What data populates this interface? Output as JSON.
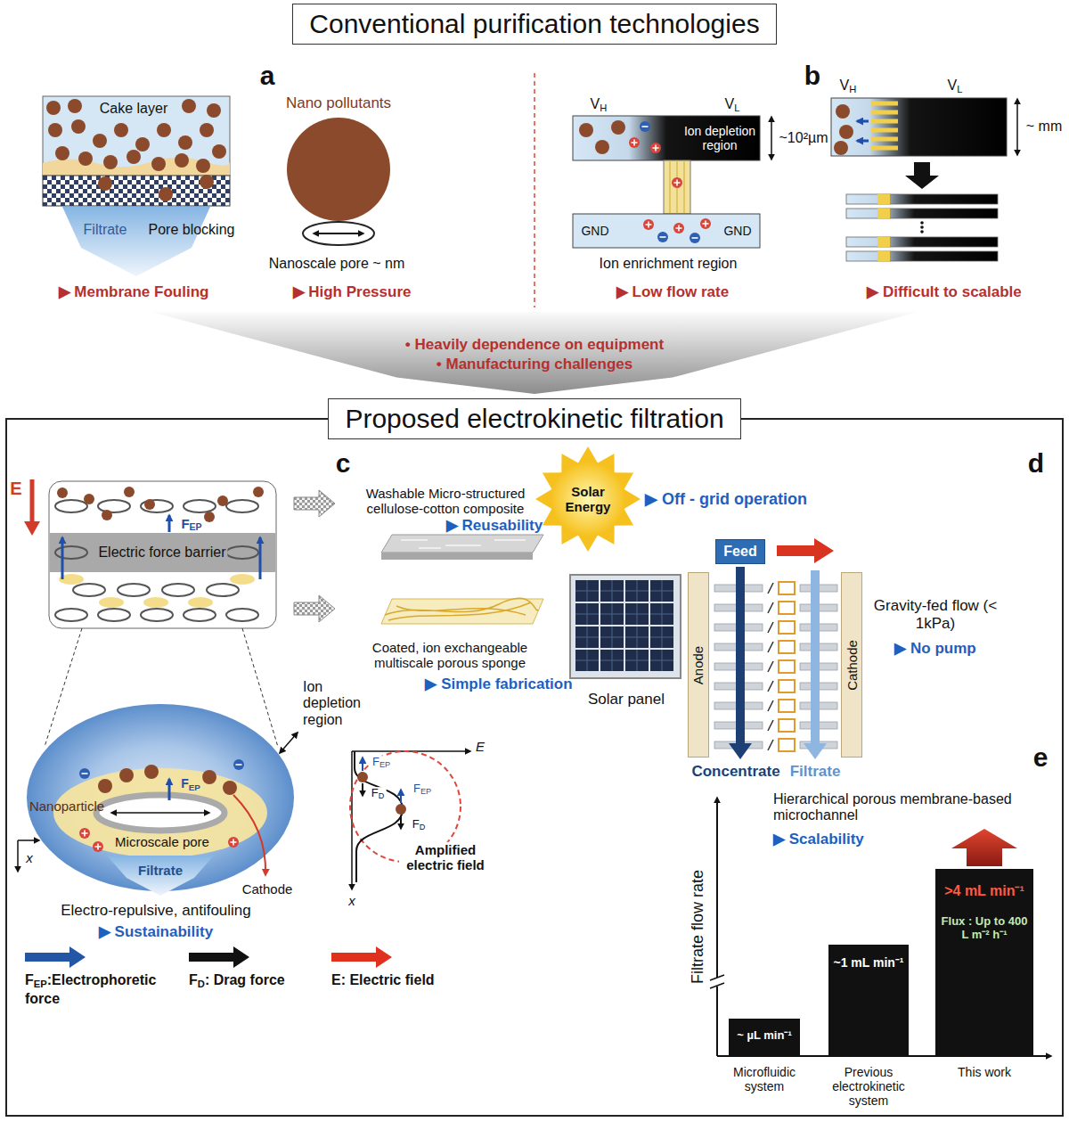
{
  "diagram": {
    "nodes": [
      {
        "text": [
          "Conventional purification technologies"
        ]
      },
      {
        "text": [
          "• Heavily dependence on equipment",
          "• Manufacturing challenges"
        ]
      },
      {
        "text": [
          "Proposed electrokinetic filtration"
        ]
      },
      {
        "text": [
          "Solar Energy"
        ]
      },
      {
        "text": [
          "Feed"
        ]
      },
      {
        "text": [
          "Anode"
        ]
      },
      {
        "text": [
          "Cathode"
        ]
      }
    ],
    "labels": [
      "a",
      "Cake layer",
      "Pore blocking",
      "Filtrate",
      "▶ Membrane Fouling",
      "Nano pollutants",
      "Nanoscale pore ~ nm",
      "▶ High Pressure",
      "b",
      "VH",
      "VL",
      "Ion depletion region",
      "~10²µm",
      "GND",
      "GND",
      "Ion enrichment region",
      "▶ Low flow rate",
      "VH",
      "VL",
      "~ mm",
      "▶ Difficult to scalable",
      "c",
      "E",
      "Electric force barrier",
      "FEP",
      "Washable Micro-structured cellulose-cotton composite",
      "▶ Reusability",
      "Coated, ion exchangeable multiscale porous sponge",
      "▶ Simple fabrication",
      "Ion depletion region",
      "Nanoparticle",
      "FEP",
      "Microscale pore",
      "Filtrate",
      "Cathode",
      "x",
      "Electro-repulsive, antifouling",
      "▶ Sustainability",
      "E",
      "x",
      "FEP",
      "FD",
      "FEP",
      "FD",
      "Amplified electric field",
      "d",
      "▶ Off - grid operation",
      "Solar panel",
      "Gravity-fed flow (< 1kPa)",
      "▶ No pump",
      "Concentrate",
      "Filtrate",
      "e",
      "Filtrate flow rate",
      "Hierarchical porous membrane-based microchannel",
      "▶ Scalability",
      "~ µL min⁻¹",
      "~1 mL min⁻¹",
      ">4 mL min⁻¹",
      "Flux : Up to 400 L m⁻² h⁻¹",
      "Microfluidic system",
      "Previous electrokinetic system",
      "This work"
    ],
    "legend": [
      {
        "text": "FEP:Electrophoretic force",
        "color": "#2456a6"
      },
      {
        "text": "FD: Drag force",
        "color": "#111111"
      },
      {
        "text": "E: Electric field",
        "color": "#e0301e"
      }
    ]
  }
}
